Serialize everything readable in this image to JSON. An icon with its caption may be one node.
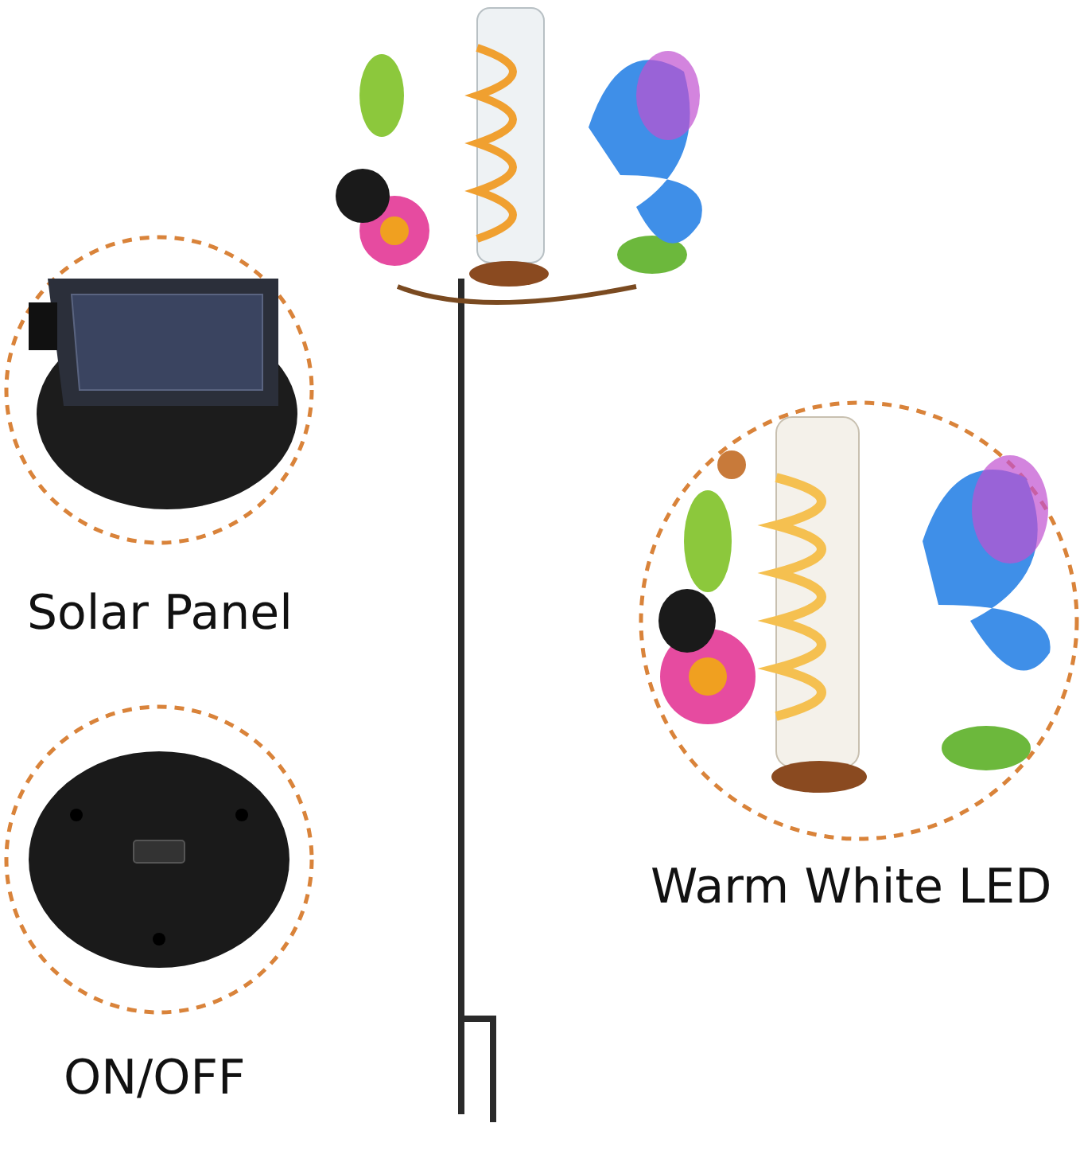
{
  "diagram": {
    "labels": [
      "Solar Panel",
      "ON/OFF",
      "Warm White LED"
    ]
  }
}
